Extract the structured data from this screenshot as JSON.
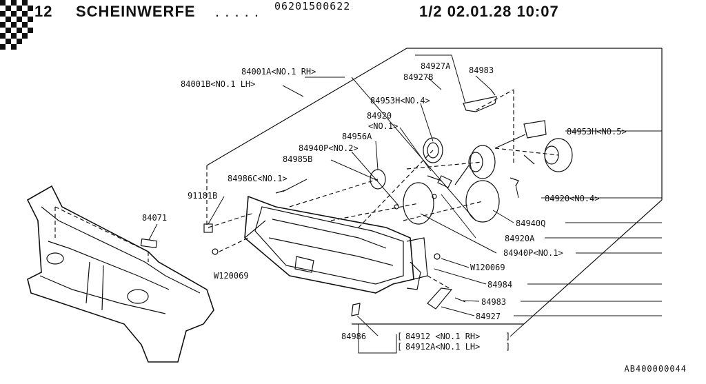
{
  "header": {
    "section_number": "12",
    "title": "SCHEINWERFE",
    "title_dots": ". . . . .",
    "doc_code": "06201500622",
    "page_date": "1/2 02.01.28 10:07"
  },
  "labels": {
    "l84001A": "84001A<NO.1 RH>",
    "l84001B": "84001B<NO.1 LH>",
    "l84927A": "84927A",
    "l84927B": "84927B",
    "l84983a": "84983",
    "l84953Ha": "84953H<NO.4>",
    "l84920a": "84920",
    "l84920a2": "<NO.1>",
    "l84956A": "84956A",
    "l84940P2": "84940P<NO.2>",
    "l84985B": "84985B",
    "l84986C": "84986C<NO.1>",
    "l91181B": "91181B",
    "l84071": "84071",
    "l84953Hb": "84953H<NO.5>",
    "l84920b": "84920<NO.4>",
    "l84940Q": "84940Q",
    "l84920A": "84920A",
    "l84940P1": "84940P<NO.1>",
    "lW1": "W120069",
    "lW2": "W120069",
    "l84984": "84984",
    "l84983b": "84983",
    "l84927": "84927",
    "l84986": "84986",
    "l84912": "84912 <NO.1 RH>",
    "l84912A": "84912A<NO.1 LH>"
  },
  "footer": {
    "ref": "AB400000044"
  }
}
